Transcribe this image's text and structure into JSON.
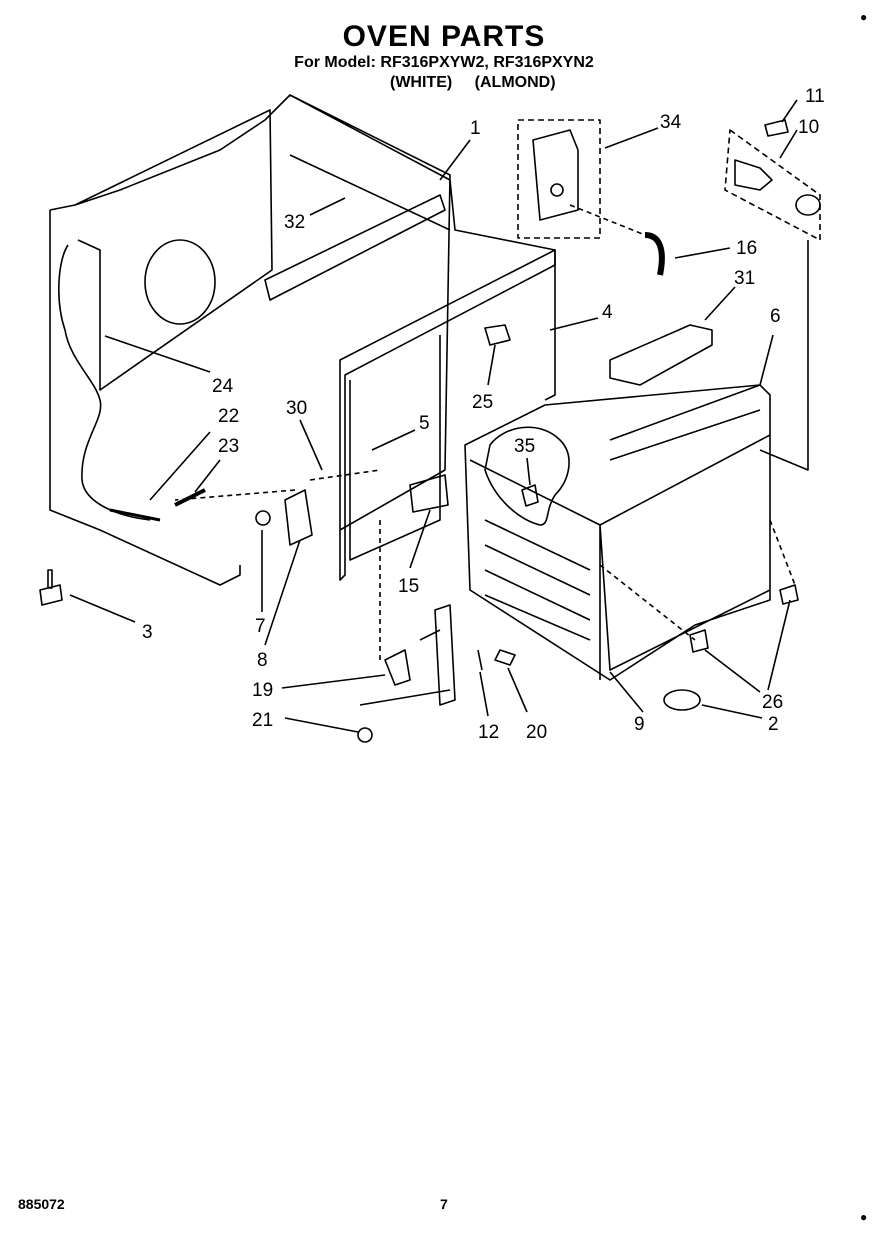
{
  "header": {
    "title": "OVEN PARTS",
    "model_line": "For Model: RF316PXYW2, RF316PXYN2",
    "color_white": "(WHITE)",
    "color_almond": "(ALMOND)"
  },
  "callouts": [
    "1",
    "34",
    "11",
    "10",
    "16",
    "31",
    "32",
    "4",
    "6",
    "24",
    "25",
    "22",
    "30",
    "5",
    "23",
    "35",
    "15",
    "3",
    "7",
    "8",
    "26",
    "19",
    "2",
    "21",
    "12",
    "20",
    "9"
  ],
  "footer": {
    "doc_number": "885072",
    "page_number": "7"
  }
}
